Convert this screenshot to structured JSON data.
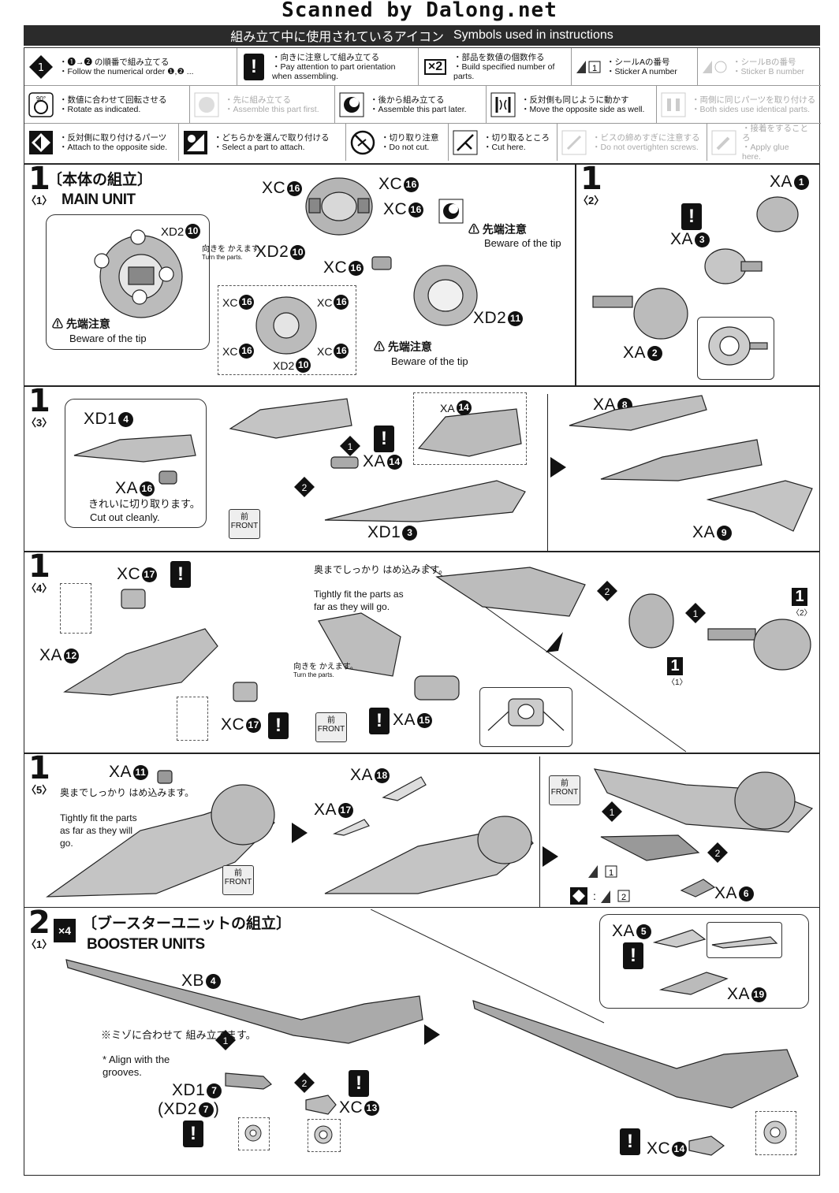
{
  "watermark": "Scanned by Dalong.net",
  "symbols_header": {
    "ja": "組み立て中に使用されているアイコン",
    "en": "Symbols used in instructions"
  },
  "symbols": [
    {
      "ja": "・❶→❷ の順番で組み立てる",
      "en": "・Follow the numerical order ❶,❷ ...",
      "icon": "order-icon",
      "dim": false
    },
    {
      "ja": "・向きに注意して組み立てる",
      "en": "・Pay attention to part orientation when assembling.",
      "icon": "exclamation-icon",
      "dim": false
    },
    {
      "ja": "・部品を数値の個数作る",
      "en": "・Build specified number of parts.",
      "icon": "multiply-icon",
      "dim": false
    },
    {
      "ja": "・シールAの番号",
      "en": "・Sticker A number",
      "icon": "sticker-a-icon",
      "dim": false
    },
    {
      "ja": "・シールBの番号",
      "en": "・Sticker B number",
      "icon": "sticker-b-icon",
      "dim": true
    },
    {
      "ja": "・数値に合わせて回転させる",
      "en": "・Rotate as indicated.",
      "icon": "rotate-icon",
      "dim": false
    },
    {
      "ja": "・先に組み立てる",
      "en": "・Assemble this part first.",
      "icon": "first-icon",
      "dim": true
    },
    {
      "ja": "・後から組み立てる",
      "en": "・Assemble this part later.",
      "icon": "later-icon",
      "dim": false
    },
    {
      "ja": "・反対側も同じように動かす",
      "en": "・Move the opposite side as well.",
      "icon": "opposite-move-icon",
      "dim": false
    },
    {
      "ja": "・両側に同じパーツを取り付ける",
      "en": "・Both sides use identical parts.",
      "icon": "both-sides-icon",
      "dim": true
    },
    {
      "ja": "・反対側に取り付けるパーツ",
      "en": "・Attach to the opposite side.",
      "icon": "opposite-attach-icon",
      "dim": false
    },
    {
      "ja": "・どちらかを選んで取り付ける",
      "en": "・Select a part to attach.",
      "icon": "select-icon",
      "dim": false
    },
    {
      "ja": "・切り取り注意",
      "en": "・Do not cut.",
      "icon": "no-cut-icon",
      "dim": false
    },
    {
      "ja": "・切り取るところ",
      "en": "・Cut here.",
      "icon": "cut-icon",
      "dim": false
    },
    {
      "ja": "・ビスの締めすぎに注意する",
      "en": "・Do not overtighten screws.",
      "icon": "screw-icon",
      "dim": true
    },
    {
      "ja": "・接着をすることろ",
      "en": "・Apply glue here.",
      "icon": "glue-icon",
      "dim": true
    }
  ],
  "step1": {
    "num": "1",
    "sub1": "〈1〉",
    "title_ja": "〔本体の組立〕",
    "title_en": "MAIN UNIT",
    "warn_ja": "先端注意",
    "warn_en": "Beware of the tip",
    "turn_ja": "向きを かえます。",
    "turn_en": "Turn the parts."
  },
  "step1_2": {
    "sub": "〈2〉"
  },
  "step1_3": {
    "sub": "〈3〉",
    "cut_ja": "きれいに切り取ります。",
    "cut_en": "Cut out cleanly."
  },
  "step1_4": {
    "sub": "〈4〉",
    "fit_ja": "奥までしっかり はめ込みます。",
    "fit_en": "Tightly fit the parts as far as they will go."
  },
  "step1_5": {
    "sub": "〈5〉",
    "fit_ja": "奥までしっかり はめ込みます。",
    "fit_en": "Tightly fit the parts as far as they will go."
  },
  "step2": {
    "num": "2",
    "sub": "〈1〉",
    "mult": "×4",
    "title_ja": "〔ブースターユニットの組立〕",
    "title_en": "BOOSTER UNITS",
    "align_ja": "※ミゾに合わせて 組み立てます。",
    "align_en": "* Align with the grooves."
  },
  "front_ja": "前",
  "front_en": "FRONT",
  "parts": {
    "xc16": "XC",
    "xd2_10": "XD2",
    "xd2_11": "XD2",
    "xa1": "XA",
    "xa2": "XA",
    "xa3": "XA",
    "xd1_4": "XD1",
    "xa16": "XA",
    "xa14": "XA",
    "xd1_3": "XD1",
    "xa8": "XA",
    "xa9": "XA",
    "xc17": "XC",
    "xa12": "XA",
    "xa15": "XA",
    "xa11": "XA",
    "xa18": "XA",
    "xa17": "XA",
    "xa6": "XA",
    "xa5": "XA",
    "xa19": "XA",
    "xb4": "XB",
    "xd1_7": "XD1",
    "xd2_7": "(XD2",
    "xc13": "XC",
    "xc14": "XC"
  },
  "numbers": {
    "n1": "1",
    "n2": "2",
    "n3": "3",
    "n4": "4",
    "n5": "5",
    "n6": "6",
    "n7": "7",
    "n8": "8",
    "n9": "9",
    "n10": "10",
    "n11": "11",
    "n12": "12",
    "n13": "13",
    "n14": "14",
    "n15": "15",
    "n16": "16",
    "n17": "17",
    "n18": "18",
    "n19": "19"
  },
  "sticker_nums": {
    "a1": "1",
    "a2": "2"
  },
  "ref_nums": {
    "r1": "1",
    "r1_sub": "〈1〉",
    "r1_sub2": "〈2〉"
  }
}
